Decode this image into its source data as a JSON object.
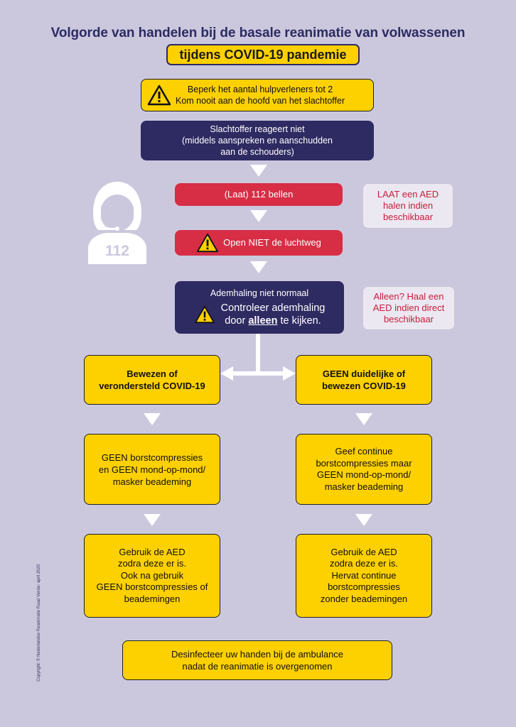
{
  "header": {
    "title": "Volgorde van handelen bij de basale reanimatie van volwassenen",
    "subtitle": "tijdens COVID-19 pandemie"
  },
  "warning_top": {
    "line1": "Beperk het aantal hulpverleners tot 2",
    "line2": "Kom nooit aan de hoofd van het slachtoffer"
  },
  "step_unresponsive": {
    "line1": "Slachtoffer reageert niet",
    "line2": "(middels aanspreken en aanschudden",
    "line3": "aan de schouders)"
  },
  "dispatcher": {
    "number": "112"
  },
  "step_call": {
    "label": "(Laat) 112 bellen"
  },
  "note_aed": {
    "line1": "LAAT een AED",
    "line2": "halen indien",
    "line3": "beschikbaar"
  },
  "step_airway": {
    "label": "Open NIET de luchtweg"
  },
  "step_breathing": {
    "heading": "Ademhaling niet normaal",
    "line1": "Controleer ademhaling",
    "line2_before": "door ",
    "line2_emph": "alleen",
    "line2_after": " te kijken."
  },
  "note_alone": {
    "line1": "Alleen? Haal een",
    "line2": "AED indien direct",
    "line3": "beschikbaar"
  },
  "left_branch": {
    "condition": {
      "line1": "Bewezen of",
      "line2": "verondersteld COVID-19"
    },
    "action": {
      "line1": "GEEN borstcompressies",
      "line2": "en GEEN mond-op-mond/",
      "line3": "masker beademing"
    },
    "aed": {
      "line1": "Gebruik de AED",
      "line2": "zodra deze er is.",
      "line3": "Ook na gebruik",
      "line4": "GEEN borstcompressies of",
      "line5": "beademingen"
    }
  },
  "right_branch": {
    "condition": {
      "line1": "GEEN duidelijke of",
      "line2": "bewezen COVID-19"
    },
    "action": {
      "line1": "Geef continue",
      "line2": "borstcompressies maar",
      "line3": "GEEN mond-op-mond/",
      "line4": "masker beademing"
    },
    "aed": {
      "line1": "Gebruik de AED",
      "line2": "zodra deze er is.",
      "line3": "Hervat continue",
      "line4": "borstcompressies",
      "line5": "zonder beademingen"
    }
  },
  "final_step": {
    "line1": "Desinfecteer uw handen bij de ambulance",
    "line2": "nadat de reanimatie is overgenomen"
  },
  "copyright": "Copyright: © Nederlandse Reanimatie Raad    Versie: april 2020",
  "colors": {
    "background": "#cbc8de",
    "navy": "#2e2a62",
    "yellow": "#fdd000",
    "red": "#d72e45",
    "note_text": "#c4203a"
  },
  "icons": [
    "warning-triangle-icon",
    "headset-operator-icon",
    "down-arrow-icon",
    "split-arrow-icon"
  ]
}
